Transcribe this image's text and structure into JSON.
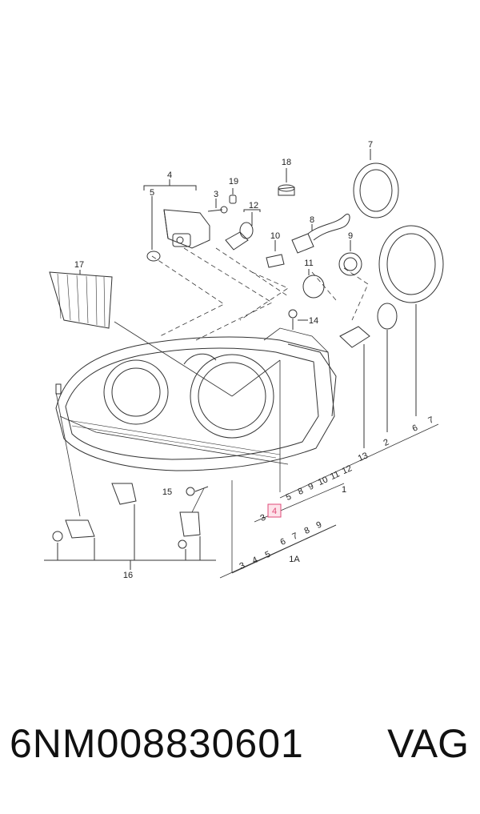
{
  "footer": {
    "part_number": "6NM008830601",
    "brand": "VAG"
  },
  "callouts": {
    "c17": "17",
    "c4top": "4",
    "c5": "5",
    "c3a": "3",
    "c19": "19",
    "c12": "12",
    "c18": "18",
    "c10": "10",
    "c8": "8",
    "c11": "11",
    "c9": "9",
    "c7": "7",
    "c14": "14",
    "c15": "15",
    "c16": "16",
    "c13": "13",
    "c2": "2",
    "c6": "6",
    "c7b": "7"
  },
  "scale_row_1": {
    "labels": [
      "5",
      "8",
      "9",
      "10",
      "11",
      "12",
      "13",
      "2",
      "6",
      "7"
    ],
    "group": "1"
  },
  "scale_row_2": {
    "labels": [
      "3",
      "4"
    ],
    "highlight": "4"
  },
  "scale_row_3": {
    "labels": [
      "6",
      "7",
      "8",
      "9"
    ]
  },
  "scale_row_4": {
    "labels": [
      "3",
      "4",
      "5"
    ],
    "group": "1A"
  }
}
